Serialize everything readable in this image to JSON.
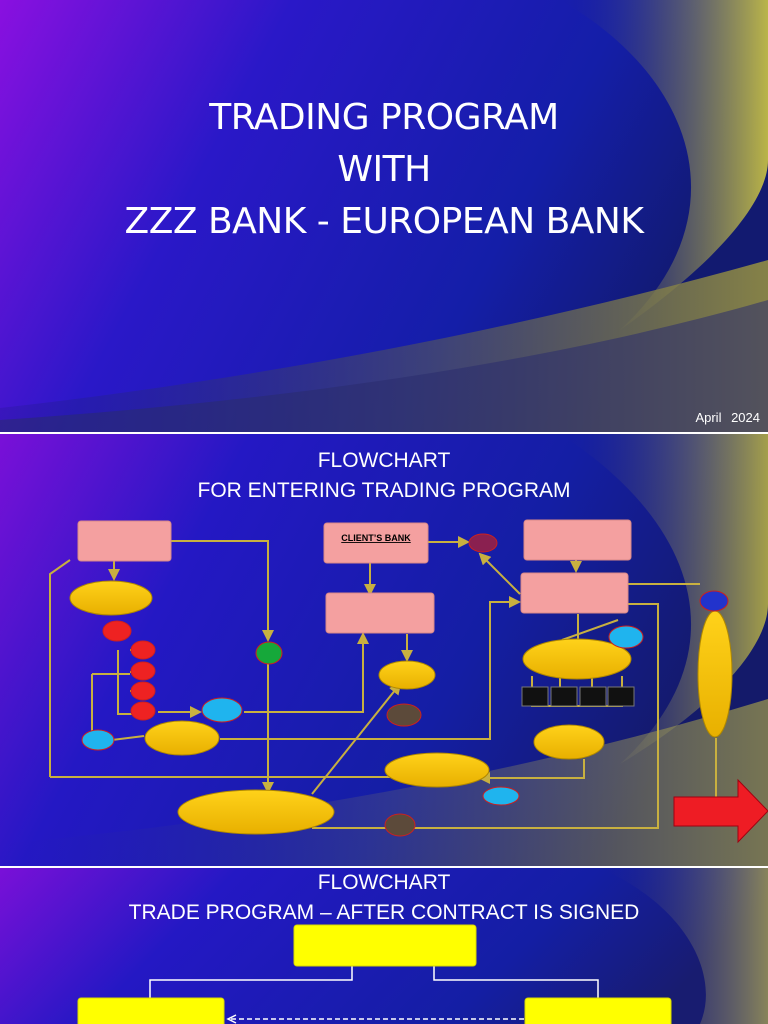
{
  "colors": {
    "bg_purple": "#7a10d8",
    "bg_blue": "#1a22b0",
    "bg_navy": "#10188a",
    "swoosh": "#c8c235",
    "pink_box": "#f4a0a0",
    "yellow_oval": "#f6c800",
    "red": "#ee2222",
    "cyan": "#1fb4ee",
    "green": "#16a83a",
    "maroon": "#8a2040",
    "olive_dot": "#5c4a3a",
    "black": "#111111",
    "arrow_red": "#ee1c24",
    "bright_yellow": "#ffff00",
    "connector": "#c8b040"
  },
  "slide1": {
    "title_line1": "TRADING PROGRAM",
    "title_line2": "WITH",
    "title_line3": "ZZZ BANK  - EUROPEAN BANK",
    "date": "April   2024"
  },
  "slide2": {
    "title_line1": "FLOWCHART",
    "title_line2": "FOR  ENTERING TRADING  PROGRAM",
    "clients_bank_label": "CLIENT’S BANK"
  },
  "slide3": {
    "title_line1": "FLOWCHART",
    "title_line2": "TRADE  PROGRAM  –  AFTER  CONTRACT  IS  SIGNED"
  }
}
